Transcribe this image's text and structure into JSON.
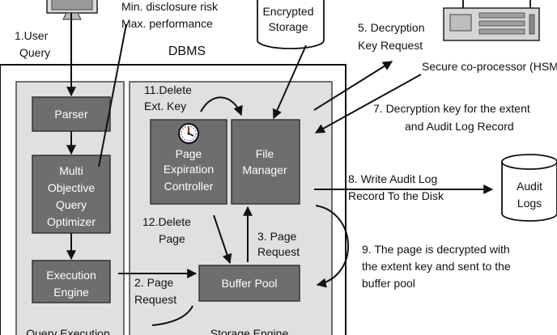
{
  "user": {
    "step_label_line1": "1.User",
    "step_label_line2": "Query",
    "goals_line1": "Min. disclosure risk",
    "goals_line2": "Max. performance"
  },
  "storage": {
    "label_line1": "Encrypted",
    "label_line2": "Storage"
  },
  "hsm": {
    "label": "Secure co-processor (HSM)"
  },
  "dbms": {
    "title": "DBMS",
    "query_execution_label": "Query Execution",
    "storage_engine_label": "Storage Engine"
  },
  "components": {
    "parser": "Parser",
    "optimizer": [
      "Multi",
      "Objective",
      "Query",
      "Optimizer"
    ],
    "execution_engine": [
      "Execution",
      "Engine"
    ],
    "page_expiration": [
      "Page",
      "Expiration",
      "Controller"
    ],
    "file_manager": [
      "File",
      "Manager"
    ],
    "buffer_pool": "Buffer Pool",
    "audit_logs": [
      "Audit",
      "Logs"
    ]
  },
  "steps": {
    "s2": [
      "2. Page",
      "Request"
    ],
    "s3": [
      "3. Page",
      "Request"
    ],
    "s5": [
      "5. Decryption",
      "Key Request"
    ],
    "s7": [
      "7. Decryption key for the extent",
      "and Audit Log Record"
    ],
    "s8": [
      "8. Write Audit Log",
      "Record To the Disk"
    ],
    "s9": [
      "9. The page is decrypted with",
      "the extent key and sent to the",
      "buffer pool"
    ],
    "s11": [
      "11.Delete",
      "Ext. Key"
    ],
    "s12": [
      "12.Delete",
      "Page"
    ]
  },
  "colors": {
    "component_fill": "#6e6e6e",
    "panel_fill": "#e0e0e0",
    "clock_hand": "#c00000"
  },
  "icons": [
    "monitor-icon",
    "server-icon",
    "clock-icon",
    "database-icon"
  ]
}
